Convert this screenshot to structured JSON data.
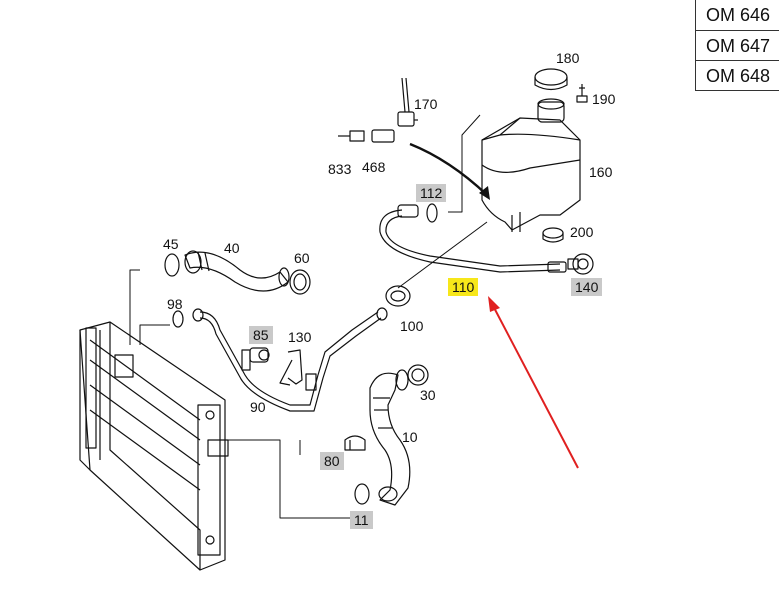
{
  "models": [
    "OM 646",
    "OM 647",
    "OM 648"
  ],
  "labels": {
    "p10": "10",
    "p11": "11",
    "p30": "30",
    "p40": "40",
    "p45": "45",
    "p60": "60",
    "p80": "80",
    "p85": "85",
    "p90": "90",
    "p98": "98",
    "p100": "100",
    "p110": "110",
    "p112": "112",
    "p130": "130",
    "p140": "140",
    "p160": "160",
    "p170": "170",
    "p180": "180",
    "p190": "190",
    "p200": "200",
    "p468": "468",
    "p833": "833"
  },
  "colors": {
    "highlight": "#f7e71a",
    "label_box": "#c9c9c9",
    "arrow": "#e02020"
  }
}
